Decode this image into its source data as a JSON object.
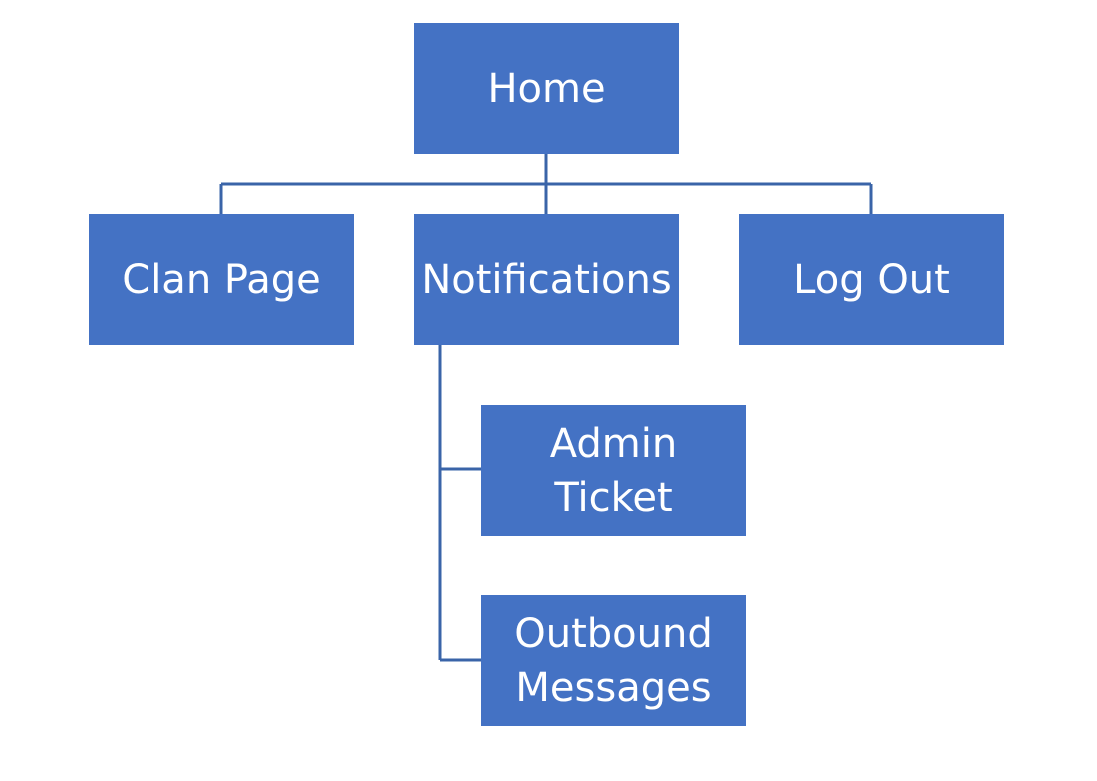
{
  "colors": {
    "node_fill": "#4472C4",
    "node_text": "#FFFFFF",
    "connector": "#3A64A8",
    "background": "#FFFFFF"
  },
  "nodes": {
    "home": {
      "label": "Home"
    },
    "clan_page": {
      "label": "Clan Page"
    },
    "notifications": {
      "label": "Notifications"
    },
    "log_out": {
      "label": "Log Out"
    },
    "admin_ticket": {
      "lines": [
        "Admin",
        "Ticket"
      ]
    },
    "outbound_messages": {
      "lines": [
        "Outbound",
        "Messages"
      ]
    }
  }
}
